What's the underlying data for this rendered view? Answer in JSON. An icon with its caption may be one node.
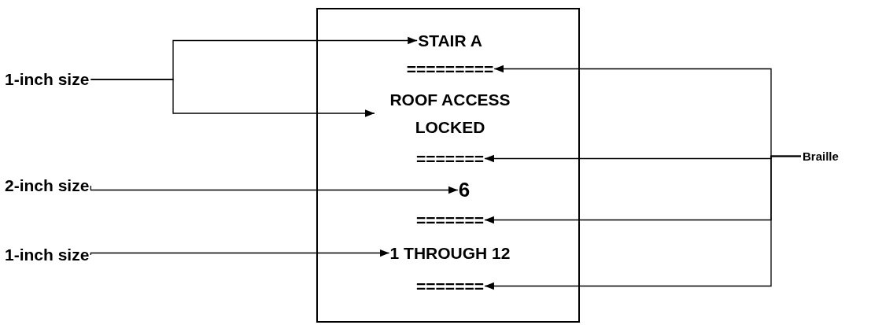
{
  "diagram": {
    "nodes": [
      {
        "text": [],
        "shape": "box"
      },
      {
        "text": [
          "STAIR A"
        ],
        "in": 0
      },
      {
        "text": [
          "========="
        ],
        "in": 0
      },
      {
        "text": [
          "ROOF ACCESS LOCKED"
        ],
        "in": 0
      },
      {
        "text": [
          "======="
        ],
        "in": 0
      },
      {
        "text": [
          "6"
        ],
        "in": 0
      },
      {
        "text": [
          "======="
        ],
        "in": 0
      },
      {
        "text": [
          "1 THROUGH 12"
        ],
        "in": 0
      },
      {
        "text": [
          "======="
        ],
        "in": 0
      },
      {
        "text": [
          "1-inch size"
        ]
      },
      {
        "text": [
          "2-inch size"
        ]
      },
      {
        "text": [
          "1-inch size"
        ]
      },
      {
        "text": [
          "Braille"
        ]
      }
    ],
    "edges": [
      {
        "from": 9,
        "to": 1,
        "arrow": "to"
      },
      {
        "from": 9,
        "to": 3,
        "arrow": "to"
      },
      {
        "from": 10,
        "to": 5,
        "arrow": "to"
      },
      {
        "from": 11,
        "to": 7,
        "arrow": "to"
      },
      {
        "from": 12,
        "to": 2,
        "arrow": "to"
      },
      {
        "from": 12,
        "to": 4,
        "arrow": "to"
      },
      {
        "from": 12,
        "to": 6,
        "arrow": "to"
      },
      {
        "from": 12,
        "to": 8,
        "arrow": "to"
      }
    ]
  }
}
